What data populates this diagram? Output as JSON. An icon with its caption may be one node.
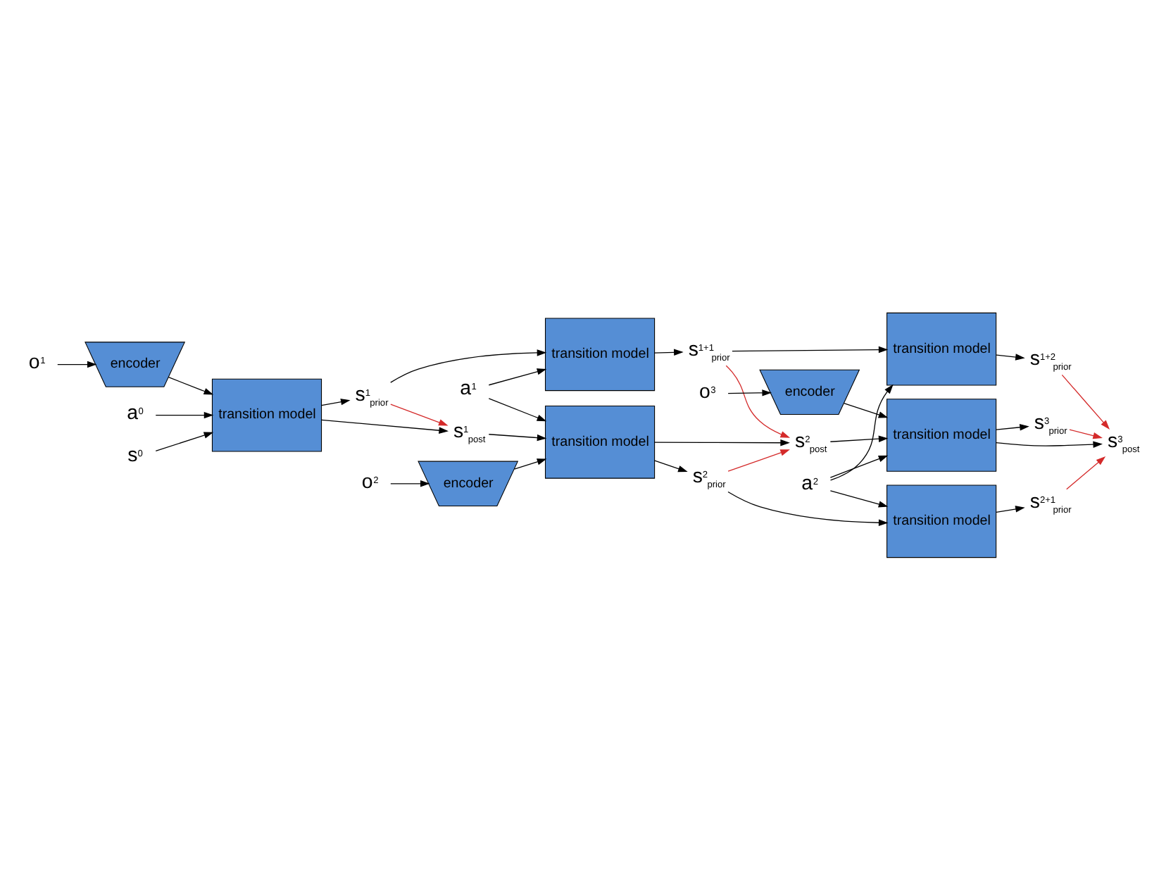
{
  "diagram": {
    "nodes": [
      {
        "text": [
          "o$^{1}$"
        ]
      },
      {
        "text": [
          "encoder"
        ]
      },
      {
        "text": [
          "a$^{0}$"
        ]
      },
      {
        "text": [
          "s$^{0}$"
        ]
      },
      {
        "text": [
          "transition model"
        ]
      },
      {
        "text": [
          "s$^{1}$$_{post}$"
        ]
      },
      {
        "text": [
          "s$^{1}$$_{prior}$"
        ]
      },
      {
        "text": [
          "o$^{2}$"
        ]
      },
      {
        "text": [
          "encoder"
        ]
      },
      {
        "text": [
          "a$^{1}$"
        ]
      },
      {
        "text": [
          "transition model"
        ]
      },
      {
        "text": [
          "s$^{2}$$_{post}$"
        ]
      },
      {
        "text": [
          "transition model"
        ]
      },
      {
        "text": [
          "s$^{2}$$_{prior}$"
        ]
      },
      {
        "text": [
          "s$^{1+1}$$_{prior}$"
        ]
      },
      {
        "text": [
          "o$^{3}$"
        ]
      },
      {
        "text": [
          "encoder"
        ]
      },
      {
        "text": [
          "a$^{2}$"
        ]
      },
      {
        "text": [
          "transition model"
        ]
      },
      {
        "text": [
          "s$^{3}$$_{post}$"
        ]
      },
      {
        "text": [
          "transition model"
        ]
      },
      {
        "text": [
          "s$^{3}$$_{prior}$"
        ]
      },
      {
        "text": [
          "transition model"
        ]
      },
      {
        "text": [
          "s$^{2+1}$$_{prior}$"
        ]
      },
      {
        "text": [
          "s$^{1+2}$$_{prior}$"
        ]
      }
    ],
    "edges": [
      {
        "from": 0,
        "to": 1,
        "arrow": "to"
      },
      {
        "from": 1,
        "to": 4,
        "arrow": "to"
      },
      {
        "from": 3,
        "to": 4,
        "arrow": "to"
      },
      {
        "from": 2,
        "to": 4,
        "arrow": "to"
      },
      {
        "from": 4,
        "to": 5,
        "arrow": "to"
      },
      {
        "from": 4,
        "to": 6,
        "arrow": "to"
      },
      {
        "from": 6,
        "to": 5,
        "arrow": "to",
        "color": "#d42a2a"
      },
      {
        "from": 7,
        "to": 8,
        "arrow": "to"
      },
      {
        "from": 8,
        "to": 10,
        "arrow": "to"
      },
      {
        "from": 5,
        "to": 10,
        "arrow": "to"
      },
      {
        "from": 9,
        "to": 10,
        "arrow": "to"
      },
      {
        "from": 6,
        "to": 12,
        "arrow": "to"
      },
      {
        "from": 9,
        "to": 12,
        "arrow": "to"
      },
      {
        "from": 10,
        "to": 11,
        "arrow": "to"
      },
      {
        "from": 10,
        "to": 13,
        "arrow": "to"
      },
      {
        "from": 12,
        "to": 14,
        "arrow": "to"
      },
      {
        "from": 13,
        "to": 11,
        "arrow": "to",
        "color": "#d42a2a"
      },
      {
        "from": 14,
        "to": 11,
        "arrow": "to",
        "color": "#d42a2a"
      },
      {
        "from": 15,
        "to": 16,
        "arrow": "to"
      },
      {
        "from": 16,
        "to": 18,
        "arrow": "to"
      },
      {
        "from": 11,
        "to": 18,
        "arrow": "to"
      },
      {
        "from": 17,
        "to": 18,
        "arrow": "to"
      },
      {
        "from": 13,
        "to": 20,
        "arrow": "to"
      },
      {
        "from": 17,
        "to": 20,
        "arrow": "to"
      },
      {
        "from": 14,
        "to": 22,
        "arrow": "to"
      },
      {
        "from": 17,
        "to": 22,
        "arrow": "to"
      },
      {
        "from": 18,
        "to": 19,
        "arrow": "to"
      },
      {
        "from": 18,
        "to": 21,
        "arrow": "to"
      },
      {
        "from": 20,
        "to": 23,
        "arrow": "to"
      },
      {
        "from": 22,
        "to": 24,
        "arrow": "to"
      },
      {
        "from": 21,
        "to": 19,
        "arrow": "to",
        "color": "#d42a2a"
      },
      {
        "from": 23,
        "to": 19,
        "arrow": "to",
        "color": "#d42a2a"
      },
      {
        "from": 24,
        "to": 19,
        "arrow": "to",
        "color": "#d42a2a"
      }
    ]
  }
}
